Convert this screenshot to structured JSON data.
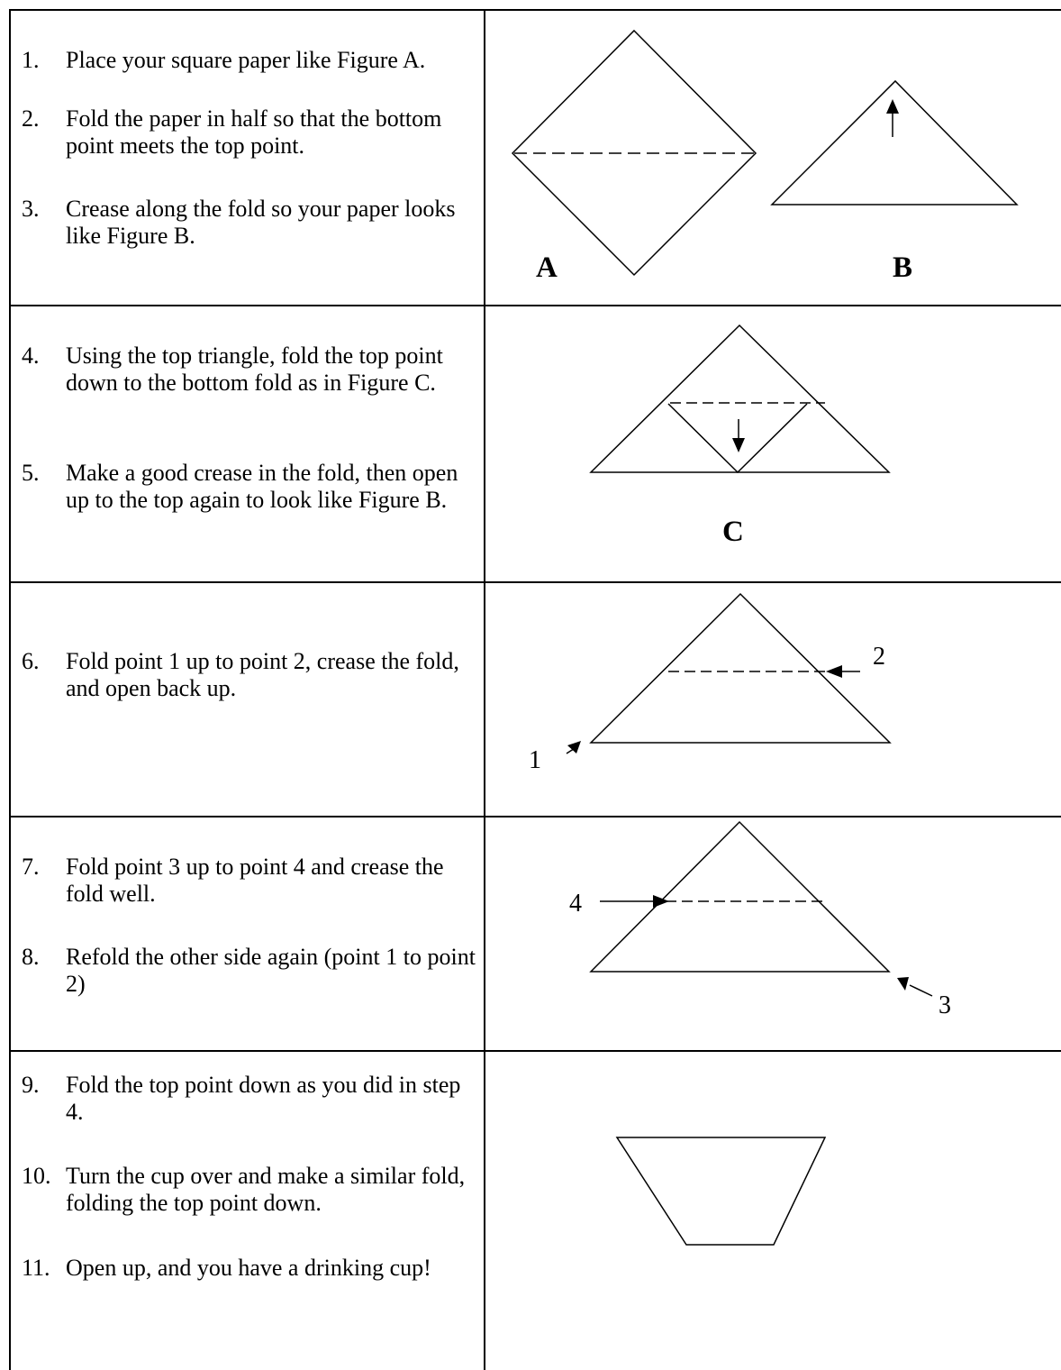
{
  "rows": [
    {
      "steps": [
        {
          "num": "1.",
          "text": "Place your square paper like Figure A."
        },
        {
          "num": "2.",
          "text": "Fold the paper in half so that the bottom point meets the top point."
        },
        {
          "num": "3.",
          "text": "Crease along the fold so your paper looks like Figure B."
        }
      ],
      "figure_labels": [
        "A",
        "B"
      ]
    },
    {
      "steps": [
        {
          "num": "4.",
          "text": "Using the top triangle, fold the top point down to the bottom fold as in Figure C."
        },
        {
          "num": "5.",
          "text": "Make a good crease in the fold, then open up to the top again to look like Figure B."
        }
      ],
      "figure_labels": [
        "C"
      ]
    },
    {
      "steps": [
        {
          "num": "6.",
          "text": "Fold point 1 up to point 2, crease the fold, and open back up."
        }
      ],
      "point_labels": [
        "1",
        "2"
      ]
    },
    {
      "steps": [
        {
          "num": "7.",
          "text": "Fold point 3 up to point 4 and crease the fold well."
        },
        {
          "num": "8.",
          "text": "Refold the other side again (point 1 to point 2)"
        }
      ],
      "point_labels": [
        "4",
        "3"
      ]
    },
    {
      "steps": [
        {
          "num": "9.",
          "text": "Fold the top point down as you did in step 4."
        },
        {
          "num": "10.",
          "text": "Turn the cup over and make a similar fold, folding the top point down."
        },
        {
          "num": "11.",
          "text": "Open up, and you have a drinking cup!"
        }
      ]
    }
  ]
}
